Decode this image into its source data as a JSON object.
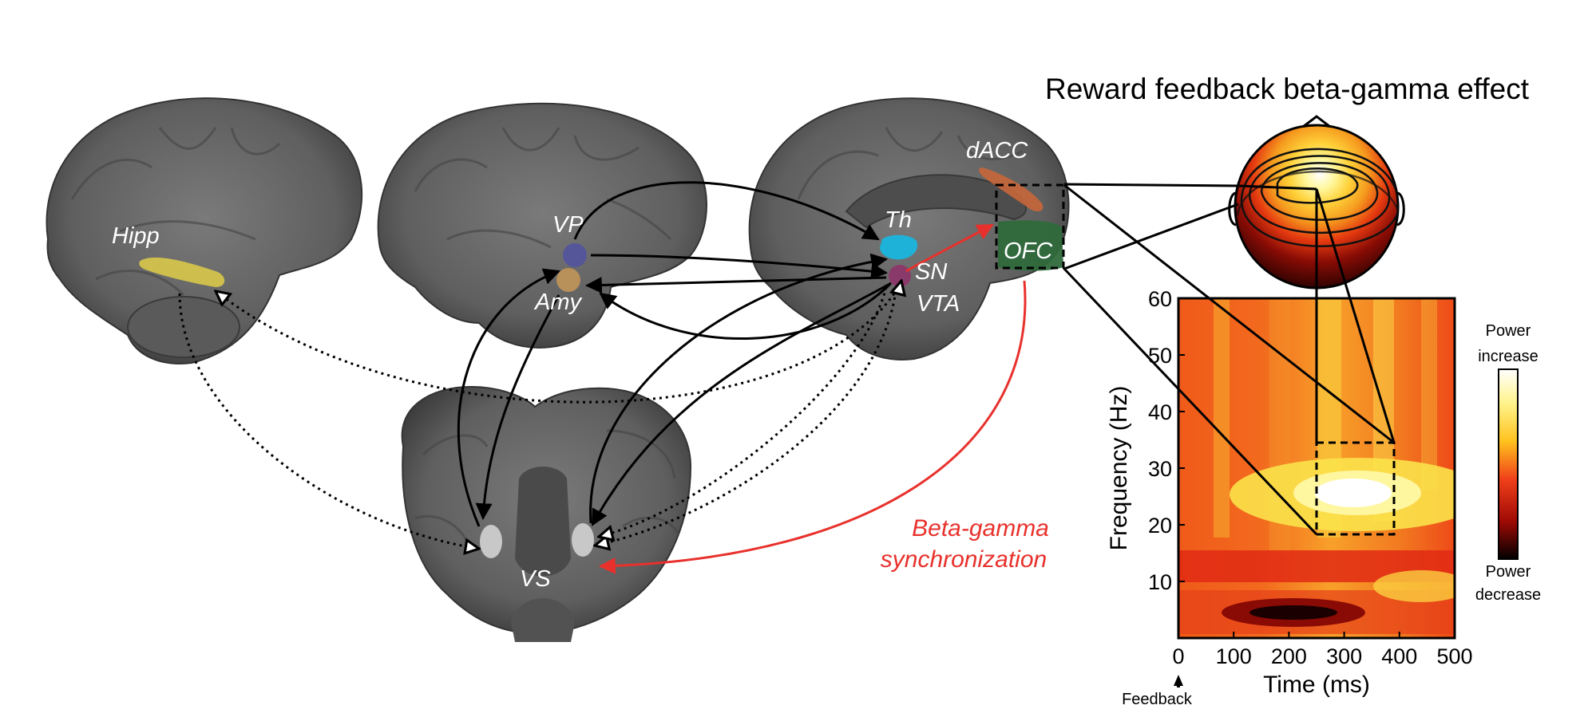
{
  "title": "Reward feedback beta-gamma effect",
  "regions": {
    "hipp": "Hipp",
    "vp": "VP",
    "amy": "Amy",
    "dacc": "dACC",
    "th": "Th",
    "sn": "SN",
    "vta": "VTA",
    "ofc": "OFC",
    "vs": "VS"
  },
  "annotation": {
    "line1": "Beta-gamma",
    "line2": "synchronization"
  },
  "colors": {
    "hipp": "#d8c84a",
    "vp": "#55569a",
    "amy": "#b8905a",
    "dacc": "#c8663a",
    "th": "#1fb2d8",
    "sn": "#8a3a6a",
    "ofc": "#2f6a3c",
    "vs": "#c8c8c8",
    "sync_arrow": "#e8312c",
    "brain": "#6a6a6a"
  },
  "spectrogram": {
    "xlabel": "Time (ms)",
    "ylabel": "Frequency (Hz)",
    "xticks": [
      "0",
      "100",
      "200",
      "300",
      "400",
      "500"
    ],
    "yticks": [
      "10",
      "20",
      "30",
      "40",
      "50",
      "60"
    ],
    "xlim": [
      0,
      500
    ],
    "ylim": [
      0,
      60
    ],
    "roi": {
      "t": [
        250,
        385
      ],
      "f": [
        19,
        35
      ]
    },
    "feedback_label": "Feedback"
  },
  "colorbar": {
    "top_line1": "Power",
    "top_line2": "increase",
    "bottom_line1": "Power",
    "bottom_line2": "decrease"
  }
}
